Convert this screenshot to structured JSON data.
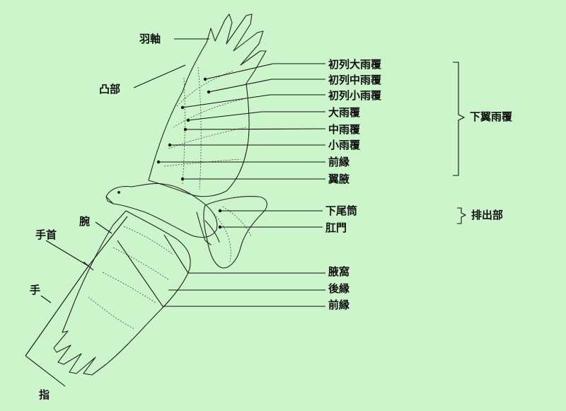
{
  "labels": {
    "feather_shaft": "羽軸",
    "convex_part": "凸部",
    "primary_greater_coverts": "初列大雨覆",
    "primary_median_coverts": "初列中雨覆",
    "primary_lesser_coverts": "初列小雨覆",
    "greater_coverts": "大雨覆",
    "median_coverts": "中雨覆",
    "lesser_coverts": "小雨覆",
    "leading_edge_upper": "前縁",
    "axillaries": "翼腋",
    "undertail_coverts": "下尾筒",
    "vent": "肛門",
    "armpit": "腋窩",
    "trailing_edge": "後縁",
    "leading_edge_lower": "前縁",
    "underwing_coverts_group": "下翼雨覆",
    "excretory_group": "排出部",
    "forearm": "腕",
    "wrist": "手首",
    "hand": "手",
    "fingers": "指"
  },
  "colors": {
    "background": "#ccf5cc",
    "ink": "#111111"
  }
}
